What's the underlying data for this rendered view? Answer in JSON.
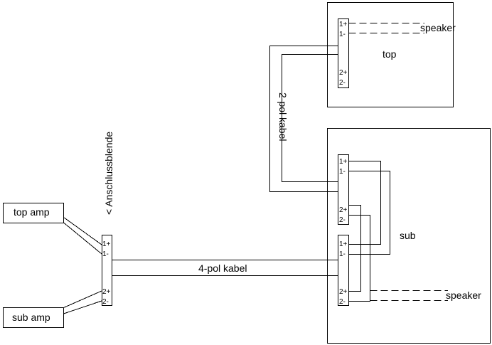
{
  "labels": {
    "top_amp": "top amp",
    "sub_amp": "sub amp",
    "anschlussblende": "< Anschlussblende",
    "kabel_4pol": "4-pol kabel",
    "kabel_2pol": "2-pol kabel",
    "top": "top",
    "sub": "sub",
    "speaker_top": "speaker",
    "speaker_sub": "speaker"
  },
  "pins": {
    "p1plus": "1+",
    "p1minus": "1-",
    "p2plus": "2+",
    "p2minus": "2-"
  }
}
